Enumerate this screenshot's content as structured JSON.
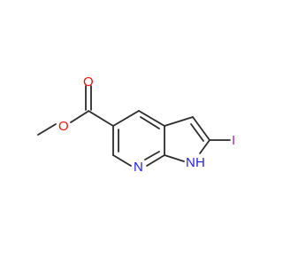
{
  "molecule": {
    "atoms": {
      "o_carbonyl": "O",
      "o_ester": "O",
      "n_pyridine": "N",
      "n_pyrrole": "N",
      "h_pyrrole": "H",
      "iodine": "I"
    },
    "colors": {
      "bond": "#2b2b2b",
      "oxygen": "#e8130d",
      "nitrogen": "#1f1fe0",
      "iodine": "#9f2fa0"
    }
  }
}
